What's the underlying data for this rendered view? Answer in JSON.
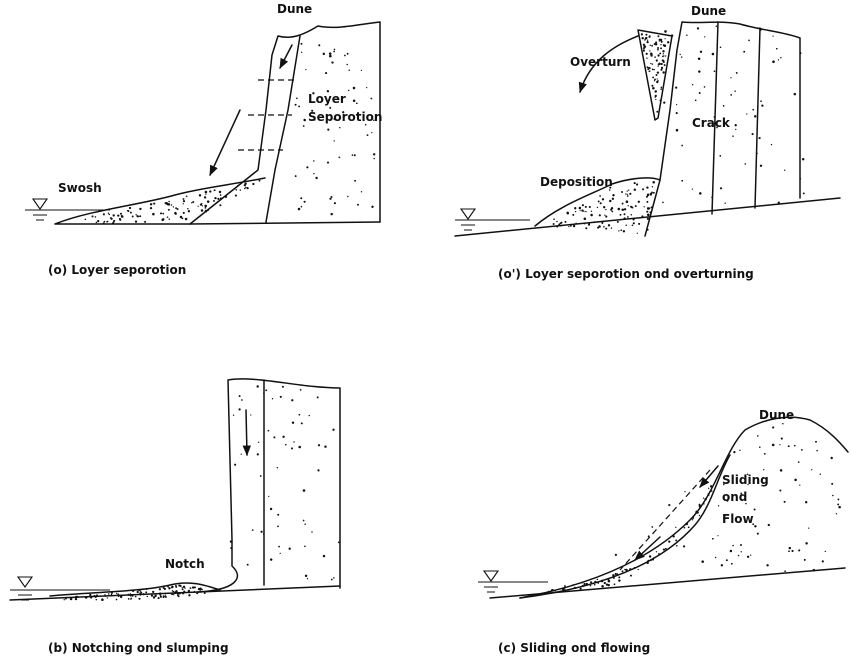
{
  "panels": [
    {
      "id": "a",
      "caption": "(o) Loyer seporotion",
      "labels": {
        "dune": "Dune",
        "separation": [
          "Loyer",
          "Seporotion"
        ],
        "swash": "Swosh"
      }
    },
    {
      "id": "a-prime",
      "caption": "(o') Loyer seporotion ond overturning",
      "labels": {
        "dune": "Dune",
        "overturn": "Overturn",
        "crack": "Crack",
        "deposition": "Deposition"
      }
    },
    {
      "id": "b",
      "caption": "(b) Notching ond slumping",
      "labels": {
        "notch": "Notch"
      }
    },
    {
      "id": "c",
      "caption": "(c) Sliding ond flowing",
      "labels": {
        "dune": "Dune",
        "sliding": [
          "Sliding",
          "ond",
          "Flow"
        ]
      }
    }
  ],
  "icons": {
    "water_level": "water-level-triangle-icon"
  }
}
